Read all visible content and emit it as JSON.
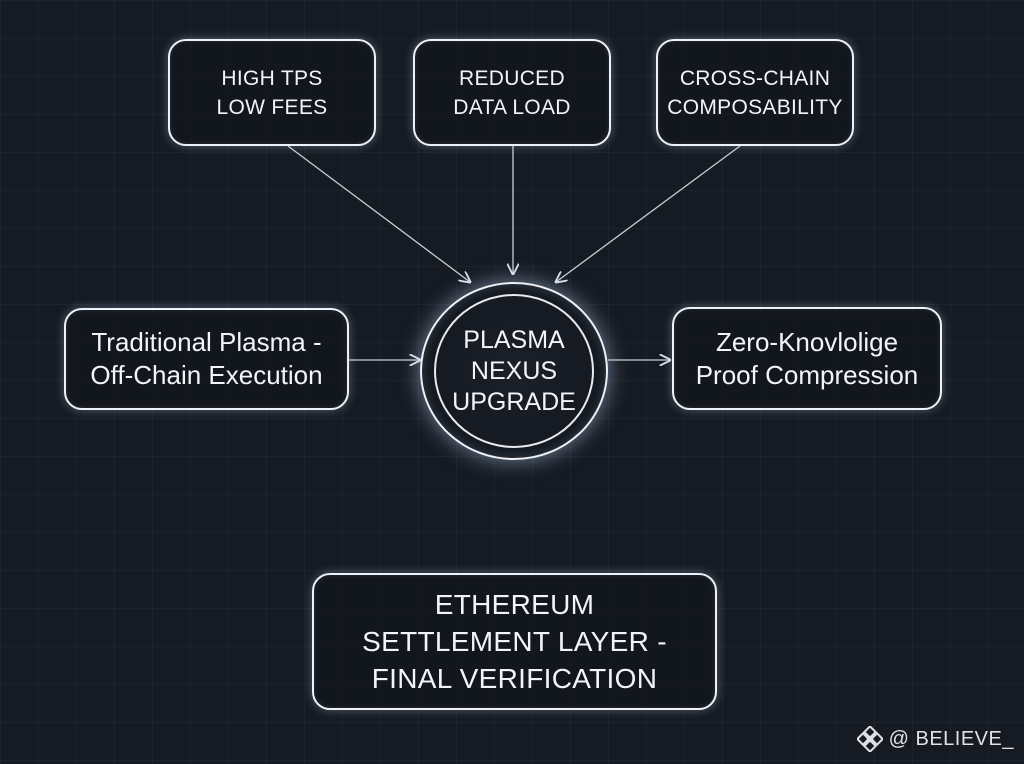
{
  "nodes": {
    "high_tps": {
      "lines": [
        "HIGH TPS",
        "LOW FEES"
      ]
    },
    "reduced_data": {
      "lines": [
        "REDUCED",
        "DATA LOAD"
      ]
    },
    "cross_chain": {
      "lines": [
        "CROSS-CHAIN",
        "COMPOSABILITY"
      ]
    },
    "traditional_plasma": {
      "lines": [
        "Traditional Plasma -",
        "Off-Chain Execution"
      ]
    },
    "hub": {
      "lines": [
        "PLASMA",
        "NEXUS",
        "UPGRADE"
      ]
    },
    "zk_proof": {
      "lines": [
        "Zero-Knovlolige",
        "Proof Compression"
      ]
    },
    "ethereum": {
      "lines": [
        "ETHEREUM",
        "SETTLEMENT LAYER -",
        "FINAL VERIFICATION"
      ]
    }
  },
  "watermark": {
    "icon": "binance-logo-icon",
    "text": "@ BELIEVE_"
  },
  "colors": {
    "background": "#161a22",
    "stroke": "#eef1f5",
    "glow": "#c8e1ff"
  }
}
